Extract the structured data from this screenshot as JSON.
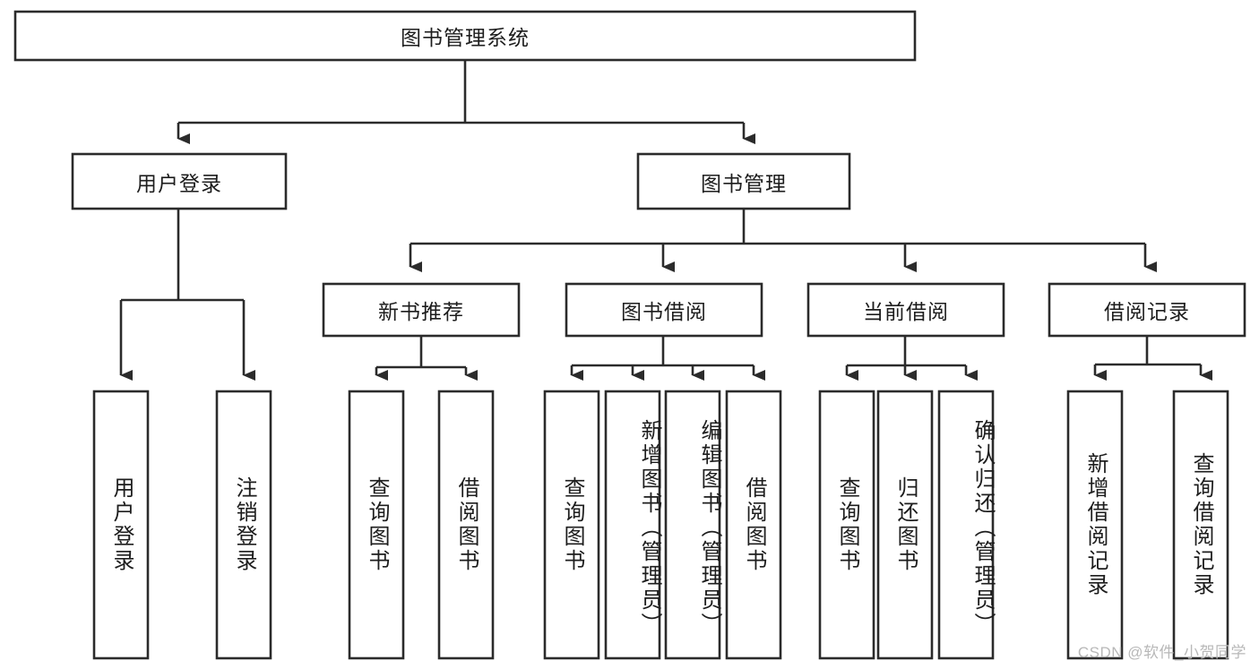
{
  "diagram": {
    "type": "tree",
    "title": "图书管理系统",
    "watermark": "CSDN @软件_小贺同学",
    "root": {
      "label": "图书管理系统"
    },
    "level2": [
      {
        "label": "用户登录"
      },
      {
        "label": "图书管理"
      }
    ],
    "level3": [
      {
        "label": "新书推荐"
      },
      {
        "label": "图书借阅"
      },
      {
        "label": "当前借阅"
      },
      {
        "label": "借阅记录"
      }
    ],
    "leaves": {
      "user_login": [
        {
          "label": "用户登录"
        },
        {
          "label": "注销登录"
        }
      ],
      "new_book": [
        {
          "label": "查询图书"
        },
        {
          "label": "借阅图书"
        }
      ],
      "borrow_book": [
        {
          "label": "查询图书"
        },
        {
          "label": "新增图书（管理员）"
        },
        {
          "label": "编辑图书（管理员）"
        },
        {
          "label": "借阅图书"
        }
      ],
      "current_borrow": [
        {
          "label": "查询图书"
        },
        {
          "label": "归还图书"
        },
        {
          "label": "确认归还（管理员）"
        }
      ],
      "borrow_record": [
        {
          "label": "新增借阅记录"
        },
        {
          "label": "查询借阅记录"
        }
      ]
    },
    "colors": {
      "line": "#2b2b2b",
      "box_fill": "#ffffff",
      "text": "#1d1d1d",
      "watermark": "#b8b8b8"
    }
  }
}
